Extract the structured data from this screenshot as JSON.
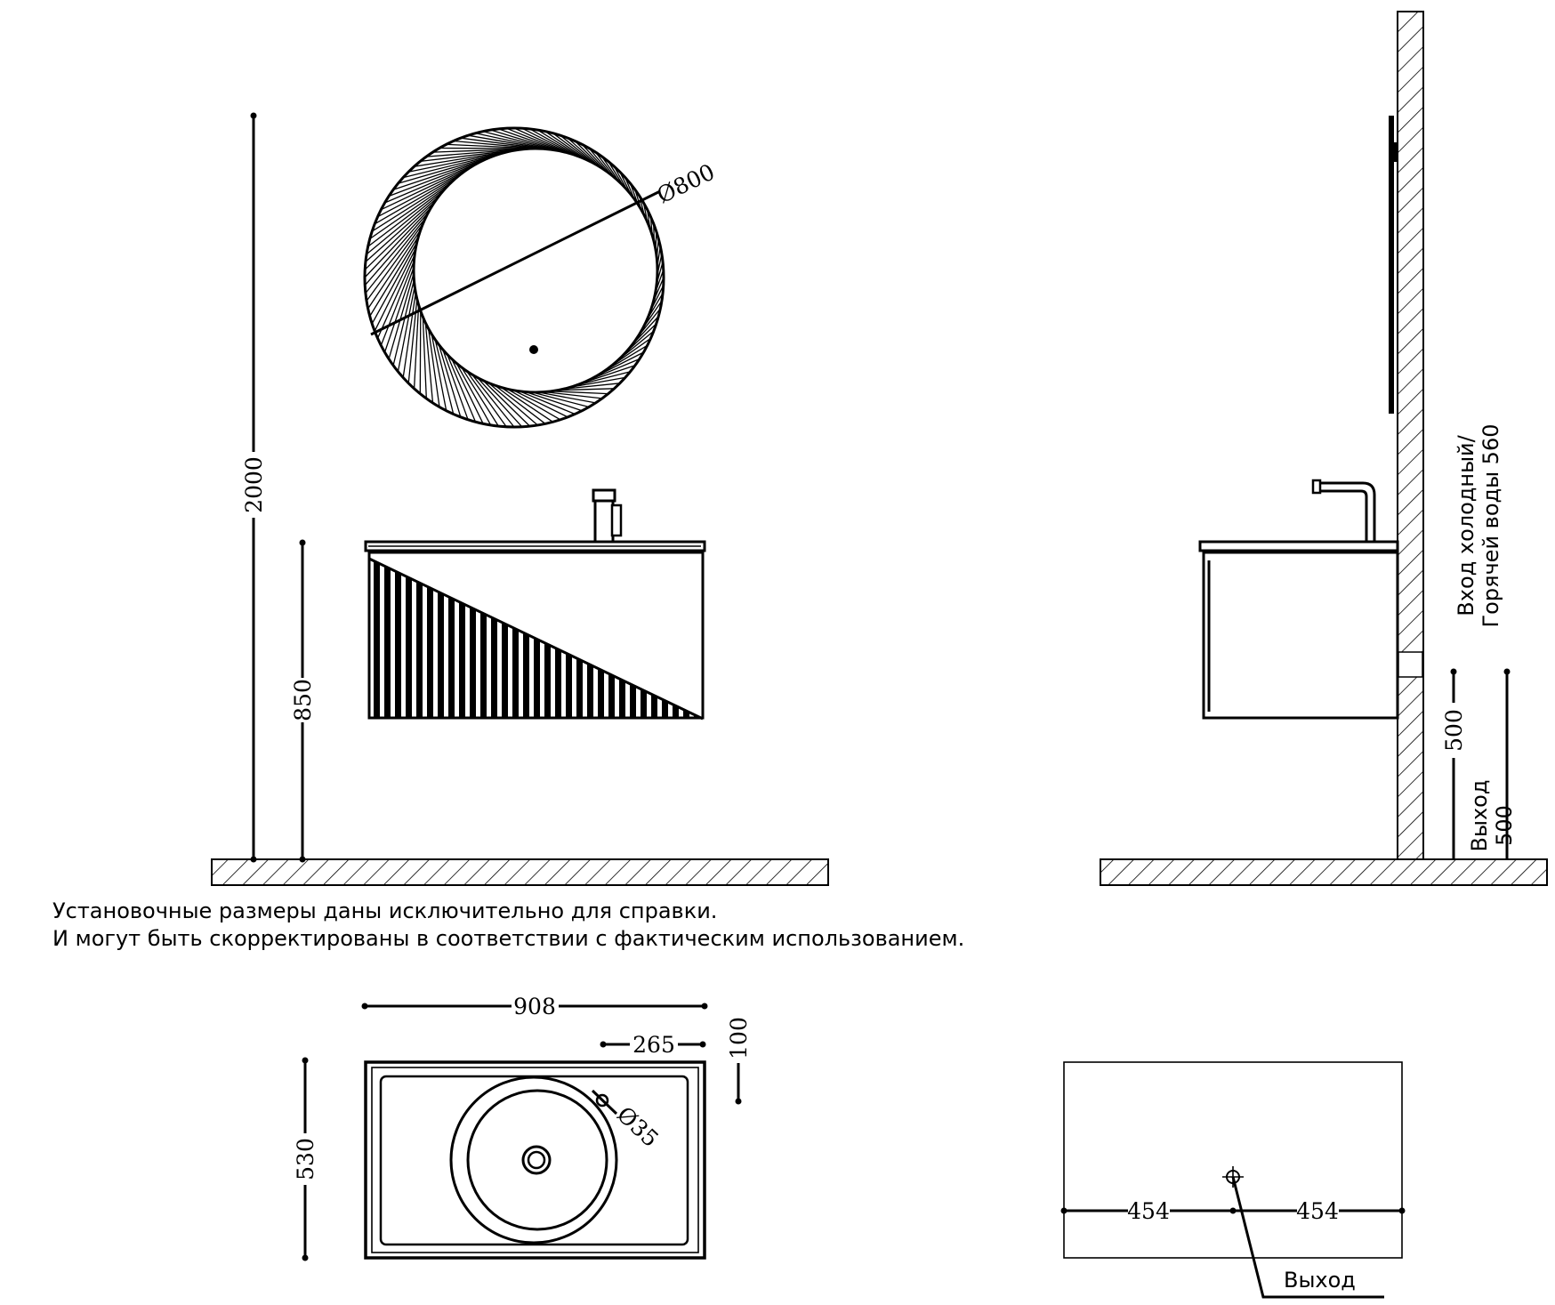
{
  "front_view": {
    "mirror_diameter": "Ø800",
    "height_total": "2000",
    "height_vanity": "850"
  },
  "side_view": {
    "supply_label_line1": "Вход холодный/",
    "supply_label_line2": "Горячей воды 560",
    "supply_height": "500",
    "drain_label": "Выход",
    "drain_height": "500"
  },
  "notes": {
    "line1": "Установочные размеры даны исключительно для справки.",
    "line2": "И могут быть скорректированы в соответствии с фактическим использованием."
  },
  "top_view": {
    "width": "908",
    "depth": "530",
    "tap_offset": "265",
    "tap_depth": "100",
    "tap_hole": "Ø35"
  },
  "plan_view": {
    "left_offset": "454",
    "right_offset": "454",
    "drain_label": "Выход"
  }
}
